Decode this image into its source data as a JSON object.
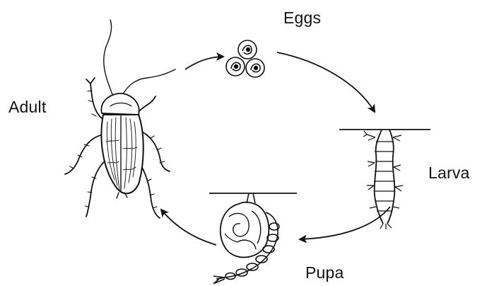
{
  "diagram": {
    "stages": {
      "eggs": "Eggs",
      "larva": "Larva",
      "pupa": "Pupa",
      "adult": "Adult"
    },
    "colors": {
      "ink": "#111111",
      "background": "#ffffff"
    }
  }
}
